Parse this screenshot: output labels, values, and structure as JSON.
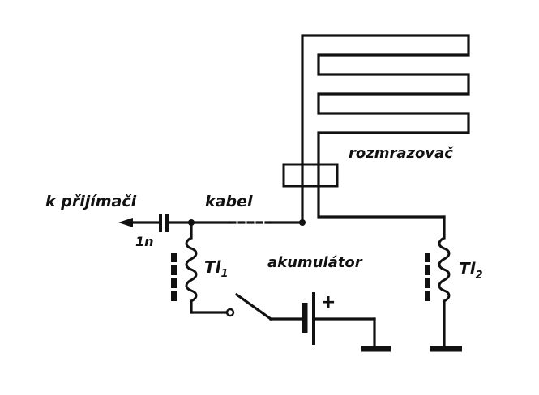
{
  "labels": {
    "defroster": "rozmrazovač",
    "receiver": "k přijímači",
    "cable": "kabel",
    "capacitor": "1n",
    "choke1": "Tl",
    "choke1_sub": "1",
    "choke2": "Tl",
    "choke2_sub": "2",
    "battery": "akumulátor",
    "battery_plus": "+"
  },
  "colors": {
    "ink": "#111111",
    "background": "#ffffff"
  }
}
